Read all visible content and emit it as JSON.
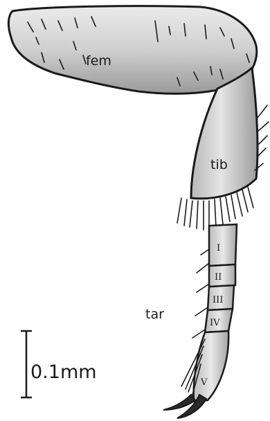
{
  "labels": {
    "femur": "fem",
    "tibia": "tib",
    "tarsus": "tar",
    "tarsomere_1": "I",
    "tarsomere_2": "II",
    "tarsomere_3": "III",
    "tarsomere_4": "IV",
    "tarsomere_5": "V"
  },
  "scale_bar": {
    "label": "0.1mm"
  }
}
